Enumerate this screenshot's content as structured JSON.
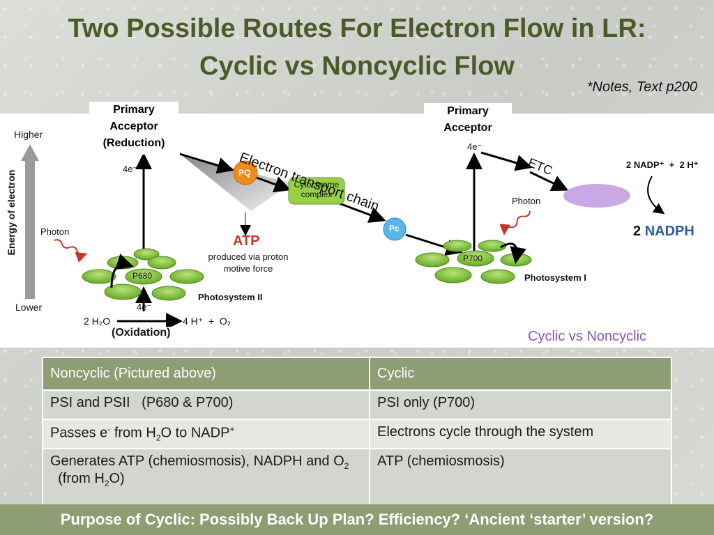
{
  "title": {
    "line1": "Two Possible Routes For Electron Flow in LR:",
    "line2": "Cyclic vs Noncyclic Flow"
  },
  "notes": "*Notes, Text p200",
  "diagram": {
    "axis": {
      "higher": "Higher",
      "lower": "Lower",
      "label": "Energy of electron"
    },
    "ps2_acceptor": {
      "line1": "Primary",
      "line2": "Acceptor",
      "line3": "(Reduction)"
    },
    "ps1_acceptor": {
      "line1": "Primary",
      "line2": "Acceptor"
    },
    "etc_label": "Electron transport chain",
    "etc2_label": "ETC",
    "four_e": "4e⁻",
    "pq": "PQ",
    "cyt_line1": "Cytochrome",
    "cyt_line2": "complex",
    "pc": "Pc",
    "atp": "ATP",
    "atp_desc1": "produced via proton",
    "atp_desc2": "motive force",
    "photon": "Photon",
    "p680": "P680",
    "p700": "P700",
    "ps2_name": "Photosystem II",
    "ps1_name": "Photosystem I",
    "water": "2 H₂O",
    "products": "4 H⁺  +  O₂",
    "oxidation": "(Oxidation)",
    "nadp_in": "2 NADP⁺  +  2 H⁺",
    "nadph_2": "2",
    "nadph": "NADPH",
    "caption": "Cyclic vs Noncyclic"
  },
  "table": {
    "headers": [
      "Noncyclic (Pictured above)",
      "Cyclic"
    ],
    "r1": [
      "PSI and PSII   (P680 & P700)",
      "PSI only (P700)"
    ],
    "r2": {
      "a_pre": "Passes e",
      "a_sup1": "-",
      "a_mid": " from H",
      "a_sub": "2",
      "a_mid2": "O to NADP",
      "a_sup2": "+",
      "b": "Electrons cycle through the system"
    },
    "r3": {
      "a_pre": "Generates ATP (chemiosmosis), NADPH and O",
      "a_sub1": "2",
      "a_mid": "  (from H",
      "a_sub2": "2",
      "a_end": "O)",
      "b": "ATP (chemiosmosis)"
    }
  },
  "banner": "Purpose of Cyclic:  Possibly Back Up Plan?  Efficiency?  ‘Ancient ‘starter’ version?",
  "colors": {
    "olive": "#4c5a2a",
    "header": "#8e9d74",
    "purple": "#8a55b6"
  }
}
